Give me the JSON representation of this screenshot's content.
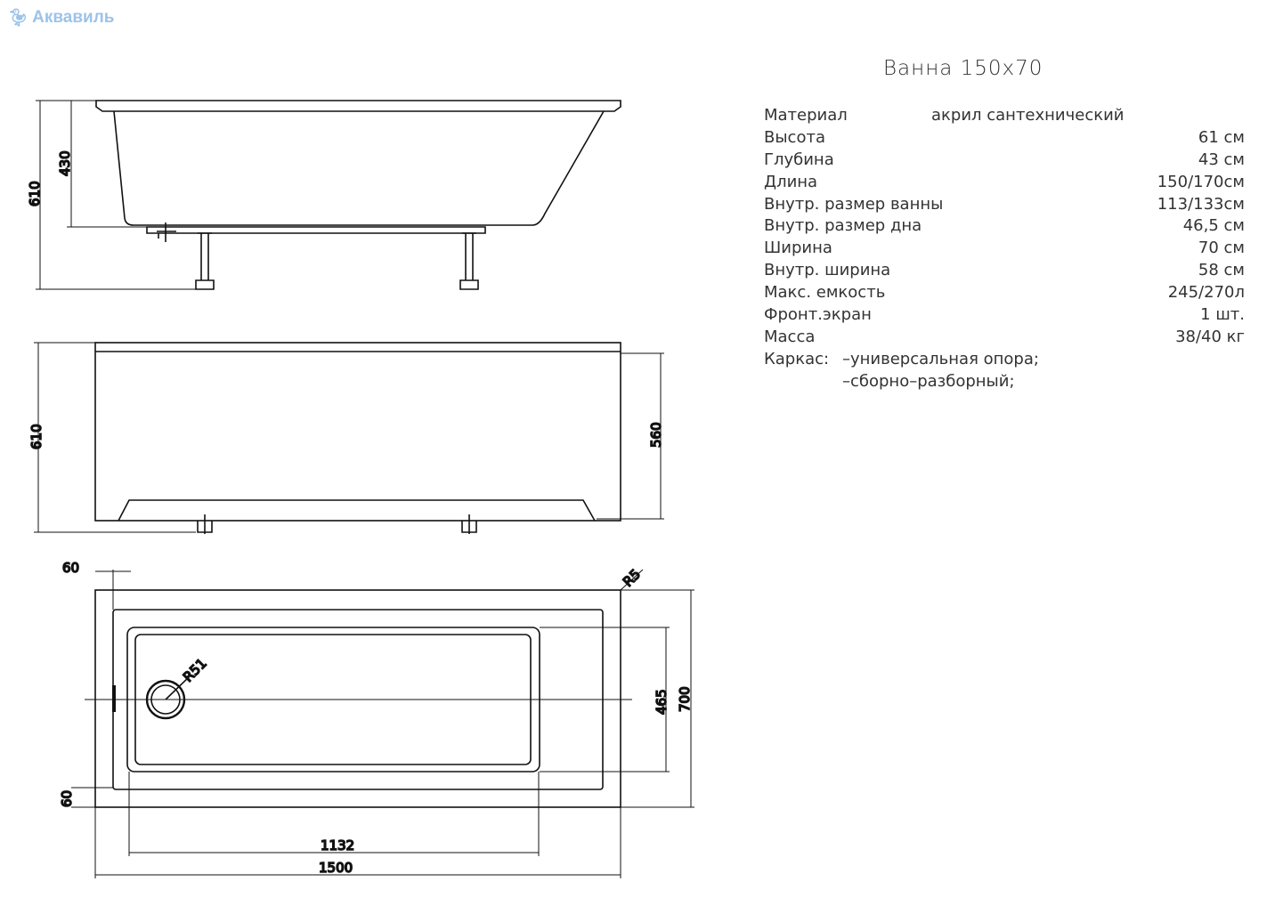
{
  "logo": {
    "text": "Аквавиль",
    "icon": "duck-icon"
  },
  "title": "Ванна   150x70",
  "specs": [
    {
      "label": "Материал",
      "value": "акрил  сантехнический"
    },
    {
      "label": "Высота",
      "value": "61  см"
    },
    {
      "label": "Глубина",
      "value": "43  см"
    },
    {
      "label": "Длина",
      "value": "150/170см"
    },
    {
      "label": "Внутр.  размер  ванны",
      "value": "113/133см"
    },
    {
      "label": "Внутр.  размер  дна",
      "value": "46,5  см"
    },
    {
      "label": "Ширина",
      "value": "70  см"
    },
    {
      "label": "Внутр.  ширина",
      "value": "58  см"
    },
    {
      "label": "Макс.  емкость",
      "value": "245/270л"
    },
    {
      "label": "Фронт.экран",
      "value": "1  шт."
    },
    {
      "label": "Масса",
      "value": "38/40  кг"
    }
  ],
  "frame": {
    "label": "Каркас:",
    "line1": "–универсальная  опора;",
    "line2": "–сборно–разборный;"
  },
  "dimensions": {
    "side_height": "610",
    "side_depth": "430",
    "front_height": "610",
    "front_panel": "560",
    "top_rim": "60",
    "bottom_rim": "60",
    "inner_width": "465",
    "width": "700",
    "inner_length": "1132",
    "length": "1500",
    "corner_radius": "R5",
    "drain_radius": "R51"
  }
}
